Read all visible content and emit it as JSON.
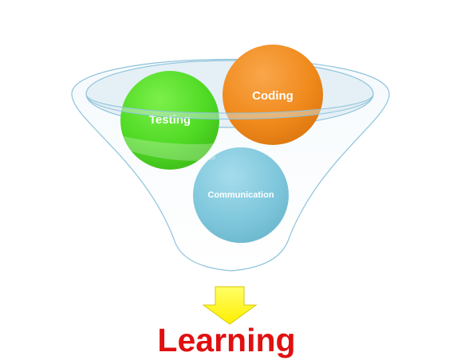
{
  "diagram": {
    "inputs": [
      {
        "id": "testing",
        "label": "Testing",
        "color": "#4fd924"
      },
      {
        "id": "coding",
        "label": "Coding",
        "color": "#f08a1c"
      },
      {
        "id": "communication",
        "label": "Communication",
        "color": "#7fc7dc"
      }
    ],
    "output": {
      "label": "Learning",
      "color": "#e01010",
      "arrow_color": "#ffff00"
    },
    "funnel_color": "#d7e8f0"
  }
}
